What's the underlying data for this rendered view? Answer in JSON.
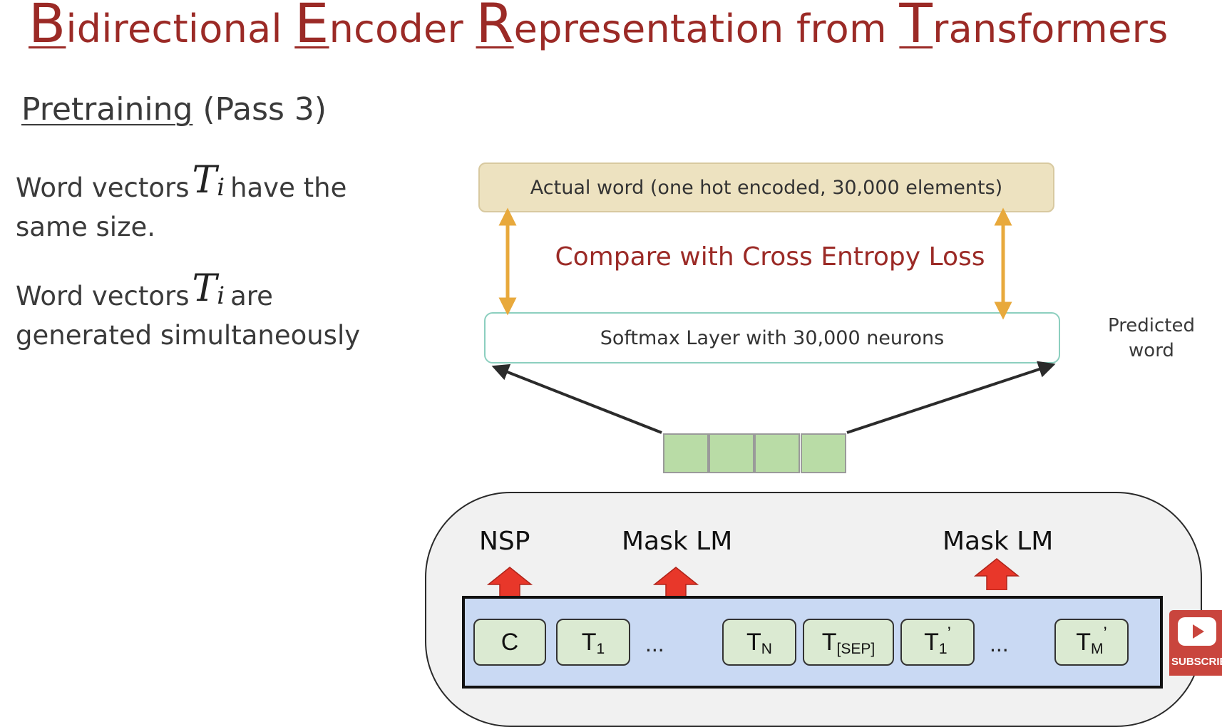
{
  "title": {
    "words": [
      {
        "cap": "B",
        "rest": "idirectional"
      },
      {
        "cap": "E",
        "rest": "ncoder"
      },
      {
        "cap": "R",
        "rest": "epresentation"
      },
      {
        "plain": "from"
      },
      {
        "cap": "T",
        "rest": "ransformers"
      }
    ]
  },
  "subtitle": {
    "underlined": "Pretraining",
    "rest": " (Pass 3)"
  },
  "notes": [
    {
      "before": "Word vectors",
      "math_symbol": "T",
      "math_sub": "i",
      "after": "have the",
      "line2": "same size."
    },
    {
      "before": "Word vectors",
      "math_symbol": "T",
      "math_sub": "i",
      "after": "are",
      "line2": "generated simultaneously"
    }
  ],
  "diagram": {
    "actual_word": "Actual word (one hot encoded, 30,000 elements)",
    "compare": "Compare with Cross Entropy Loss",
    "softmax": "Softmax Layer with 30,000 neurons",
    "predicted_line1": "Predicted",
    "predicted_line2": "word",
    "vector_cells": 4
  },
  "bert": {
    "heads": [
      "NSP",
      "Mask LM",
      "Mask LM"
    ],
    "tokens": [
      {
        "main": "C",
        "sub": "",
        "prime": ""
      },
      {
        "main": "T",
        "sub": "1",
        "prime": ""
      },
      {
        "main": "T",
        "sub": "N",
        "prime": ""
      },
      {
        "main": "T",
        "sub": "[SEP]",
        "prime": ""
      },
      {
        "main": "T",
        "sub": "1",
        "prime": "’"
      },
      {
        "main": "T",
        "sub": "M",
        "prime": "’"
      }
    ],
    "ellipsis": "..."
  },
  "badge": {
    "label": "SUBSCRIBE"
  },
  "colors": {
    "title_red": "#9b2a26",
    "arrow_orange": "#e8a93c",
    "arrow_red": "#e8372a",
    "vector_green": "#b9dca6",
    "token_band_blue": "#c9d9f3",
    "token_green": "#dbead2"
  }
}
